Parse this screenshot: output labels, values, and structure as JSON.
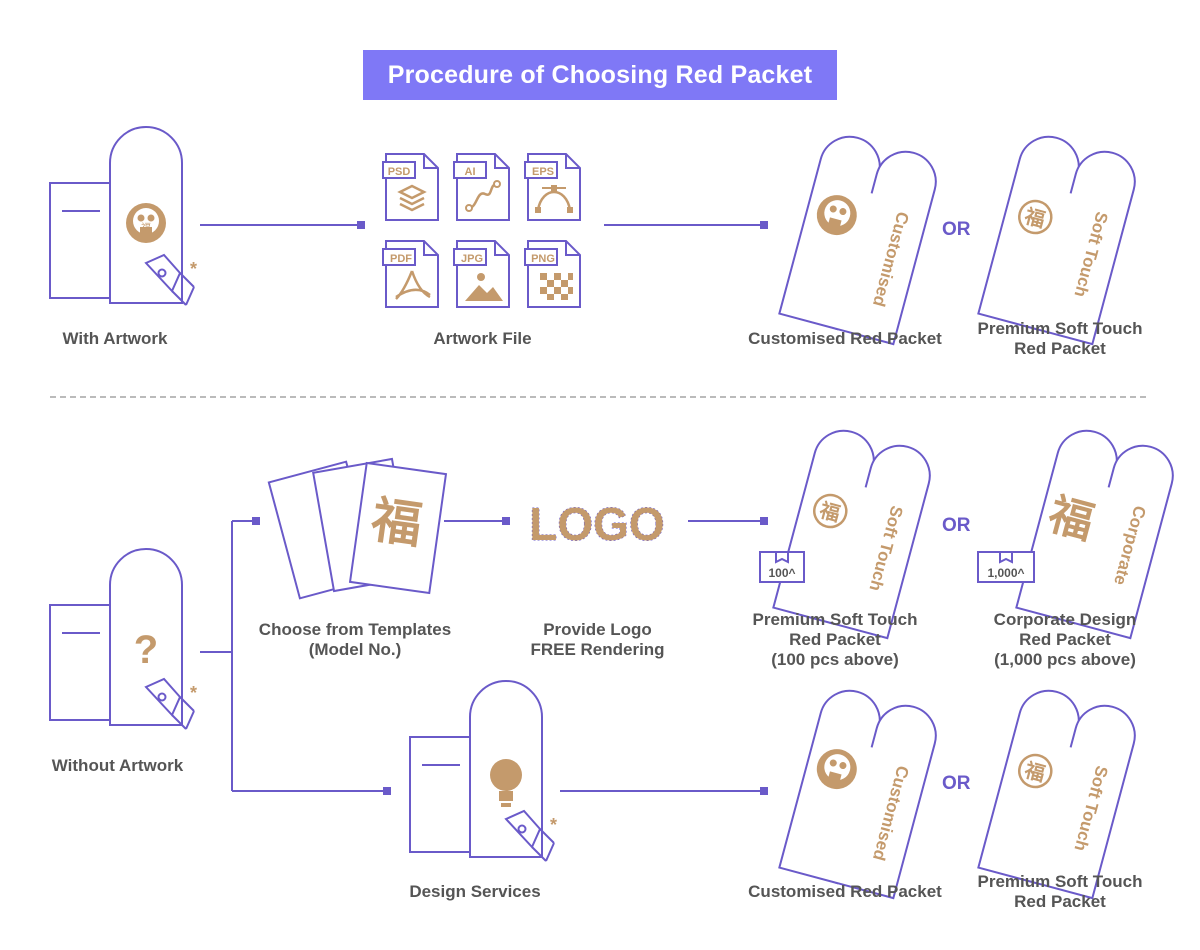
{
  "title": "Procedure of Choosing Red Packet",
  "or_label": "OR",
  "captions": {
    "with_artwork": "With Artwork",
    "artwork_file": "Artwork File",
    "customised_top": "Customised Red Packet",
    "premium_top_1": "Premium Soft Touch",
    "premium_top_2": "Red Packet",
    "without_artwork": "Without Artwork",
    "templates_1": "Choose from Templates",
    "templates_2": "(Model No.)",
    "logo_1": "Provide Logo",
    "logo_2": "FREE Rendering",
    "premium_mid_1": "Premium Soft Touch",
    "premium_mid_2": "Red Packet",
    "premium_mid_3": "(100 pcs above)",
    "corporate_1": "Corporate Design",
    "corporate_2": "Red Packet",
    "corporate_3": "(1,000 pcs above)",
    "design_services": "Design Services",
    "customised_bottom": "Customised Red Packet",
    "premium_bottom_1": "Premium Soft Touch",
    "premium_bottom_2": "Red Packet"
  },
  "file_types": [
    "PSD",
    "AI",
    "EPS",
    "PDF",
    "JPG",
    "PNG"
  ],
  "packet_labels": {
    "customised": "Customised",
    "soft_touch": "Soft Touch",
    "corporate": "Corporate"
  },
  "logo_word": "LOGO",
  "question_mark": "?",
  "fu_char": "福",
  "badges": {
    "premium_min": "100^",
    "corporate_min": "1,000^"
  },
  "colors": {
    "accent": "#7f78f6",
    "line": "#6a5ac9",
    "gold": "#c49a6c",
    "text": "#555555"
  }
}
